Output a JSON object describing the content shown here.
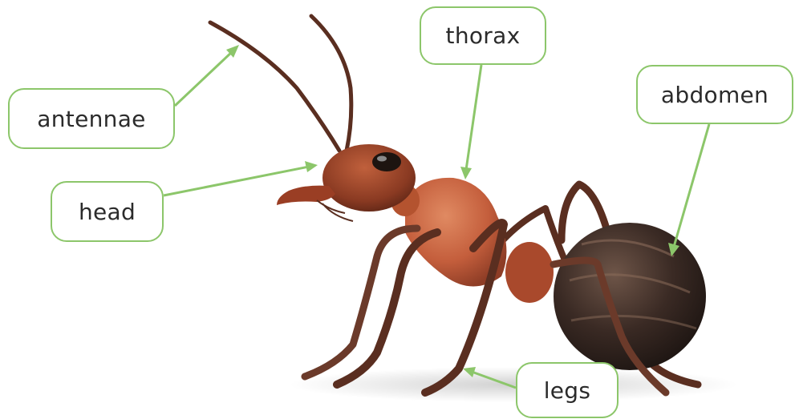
{
  "labels": {
    "antennae": "antennae",
    "head": "head",
    "thorax": "thorax",
    "abdomen": "abdomen",
    "legs": "legs"
  },
  "colors": {
    "accent_green": "#8cc66a",
    "text": "#2b2b2b",
    "background": "#ffffff",
    "ant_head": "#a84a2e",
    "ant_thorax": "#c9603e",
    "ant_abdomen": "#3a2a24",
    "ant_leg": "#6b3a2a"
  }
}
